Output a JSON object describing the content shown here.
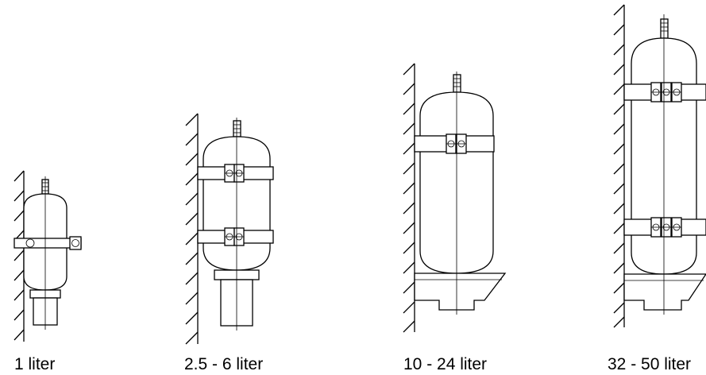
{
  "figure": {
    "accumulators": [
      {
        "id": "acc-1",
        "label": "1 liter"
      },
      {
        "id": "acc-2",
        "label": "2.5 - 6 liter"
      },
      {
        "id": "acc-3",
        "label": "10 - 24 liter"
      },
      {
        "id": "acc-4",
        "label": "32 - 50 liter"
      }
    ]
  }
}
